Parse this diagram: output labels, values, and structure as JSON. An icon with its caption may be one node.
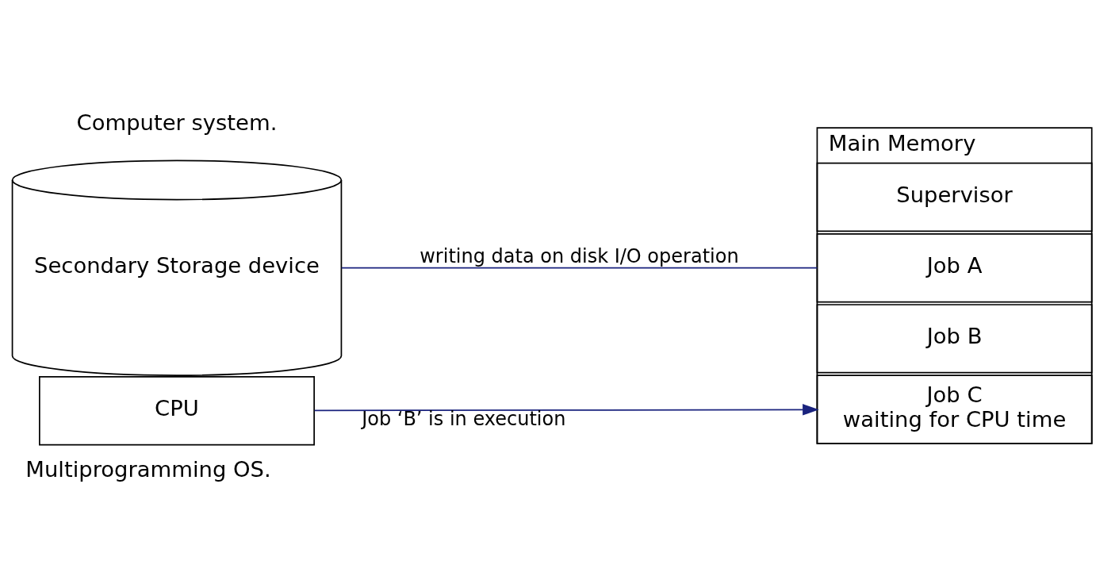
{
  "diagram": {
    "caption": "Multiprogramming OS.",
    "nodes": [
      {
        "text": [
          "Secondary Storage device"
        ]
      },
      {
        "text": [
          "Main Memory"
        ]
      },
      {
        "text": [
          "Supervisor"
        ],
        "in": 1
      },
      {
        "text": [
          "Job A"
        ],
        "in": 1
      },
      {
        "text": [
          "Job B"
        ],
        "in": 1
      },
      {
        "text": [
          "Job C",
          "waiting for CPU time"
        ],
        "in": 1
      },
      {
        "text": [
          "CPU"
        ]
      }
    ],
    "edges": [
      {
        "from": 0,
        "to": 3,
        "arrow": "none",
        "label": "writing data on disk I/O operation"
      },
      {
        "from": 6,
        "to": 5,
        "arrow": "to",
        "label": "Job ‘B’ is in execution"
      }
    ],
    "labels": [
      "Computer system."
    ]
  }
}
